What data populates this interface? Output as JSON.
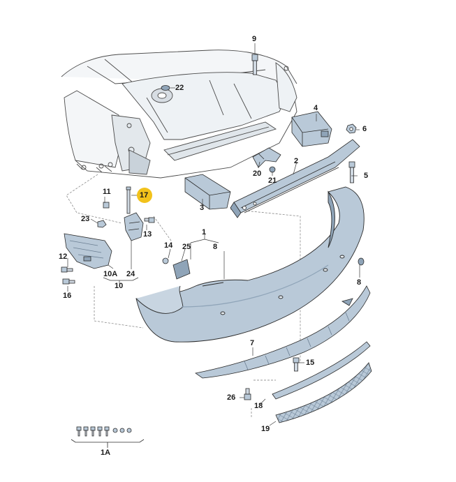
{
  "labels": {
    "p1": "1",
    "p1a": "1A",
    "p2": "2",
    "p3": "3",
    "p4": "4",
    "p5": "5",
    "p6": "6",
    "p7": "7",
    "p8a": "8",
    "p8b": "8",
    "p9": "9",
    "p10": "10",
    "p10a": "10A",
    "p11": "11",
    "p12": "12",
    "p13": "13",
    "p14": "14",
    "p15": "15",
    "p16": "16",
    "p17": "17",
    "p18": "18",
    "p19": "19",
    "p20": "20",
    "p21": "21",
    "p22": "22",
    "p23": "23",
    "p24": "24",
    "p25": "25",
    "p26": "26"
  },
  "colors": {
    "highlight": "#f2c21b",
    "part_fill": "#b9c9d8",
    "part_shade": "#8fa4b8",
    "line": "#2b2b2b",
    "leader": "#6a6a6a"
  }
}
